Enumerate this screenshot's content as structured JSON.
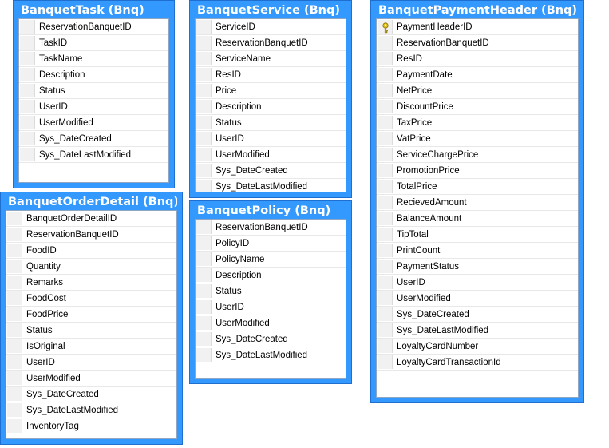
{
  "key_color": "#e0c020",
  "tables": [
    {
      "title": "BanquetTask (Bnq)",
      "columns": [
        {
          "name": "ReservationBanquetID"
        },
        {
          "name": "TaskID"
        },
        {
          "name": "TaskName"
        },
        {
          "name": "Description"
        },
        {
          "name": "Status"
        },
        {
          "name": "UserID"
        },
        {
          "name": "UserModified"
        },
        {
          "name": "Sys_DateCreated"
        },
        {
          "name": "Sys_DateLastModified"
        }
      ]
    },
    {
      "title": "BanquetOrderDetail (Bnq)",
      "columns": [
        {
          "name": "BanquetOrderDetailID"
        },
        {
          "name": "ReservationBanquetID"
        },
        {
          "name": "FoodID"
        },
        {
          "name": "Quantity"
        },
        {
          "name": "Remarks"
        },
        {
          "name": "FoodCost"
        },
        {
          "name": "FoodPrice"
        },
        {
          "name": "Status"
        },
        {
          "name": "IsOriginal"
        },
        {
          "name": "UserID"
        },
        {
          "name": "UserModified"
        },
        {
          "name": "Sys_DateCreated"
        },
        {
          "name": "Sys_DateLastModified"
        },
        {
          "name": "InventoryTag"
        }
      ]
    },
    {
      "title": "BanquetService (Bnq)",
      "columns": [
        {
          "name": "ServiceID"
        },
        {
          "name": "ReservationBanquetID"
        },
        {
          "name": "ServiceName"
        },
        {
          "name": "ResID"
        },
        {
          "name": "Price"
        },
        {
          "name": "Description"
        },
        {
          "name": "Status"
        },
        {
          "name": "UserID"
        },
        {
          "name": "UserModified"
        },
        {
          "name": "Sys_DateCreated"
        },
        {
          "name": "Sys_DateLastModified"
        }
      ]
    },
    {
      "title": "BanquetPolicy (Bnq)",
      "columns": [
        {
          "name": "ReservationBanquetID"
        },
        {
          "name": "PolicyID"
        },
        {
          "name": "PolicyName"
        },
        {
          "name": "Description"
        },
        {
          "name": "Status"
        },
        {
          "name": "UserID"
        },
        {
          "name": "UserModified"
        },
        {
          "name": "Sys_DateCreated"
        },
        {
          "name": "Sys_DateLastModified"
        }
      ]
    },
    {
      "title": "BanquetPaymentHeader (Bnq)",
      "columns": [
        {
          "name": "PaymentHeaderID",
          "key": true
        },
        {
          "name": "ReservationBanquetID"
        },
        {
          "name": "ResID"
        },
        {
          "name": "PaymentDate"
        },
        {
          "name": "NetPrice"
        },
        {
          "name": "DiscountPrice"
        },
        {
          "name": "TaxPrice"
        },
        {
          "name": "VatPrice"
        },
        {
          "name": "ServiceChargePrice"
        },
        {
          "name": "PromotionPrice"
        },
        {
          "name": "TotalPrice"
        },
        {
          "name": "RecievedAmount"
        },
        {
          "name": "BalanceAmount"
        },
        {
          "name": "TipTotal"
        },
        {
          "name": "PrintCount"
        },
        {
          "name": "PaymentStatus"
        },
        {
          "name": "UserID"
        },
        {
          "name": "UserModified"
        },
        {
          "name": "Sys_DateCreated"
        },
        {
          "name": "Sys_DateLastModified"
        },
        {
          "name": "LoyaltyCardNumber"
        },
        {
          "name": "LoyaltyCardTransactionId"
        }
      ]
    }
  ]
}
